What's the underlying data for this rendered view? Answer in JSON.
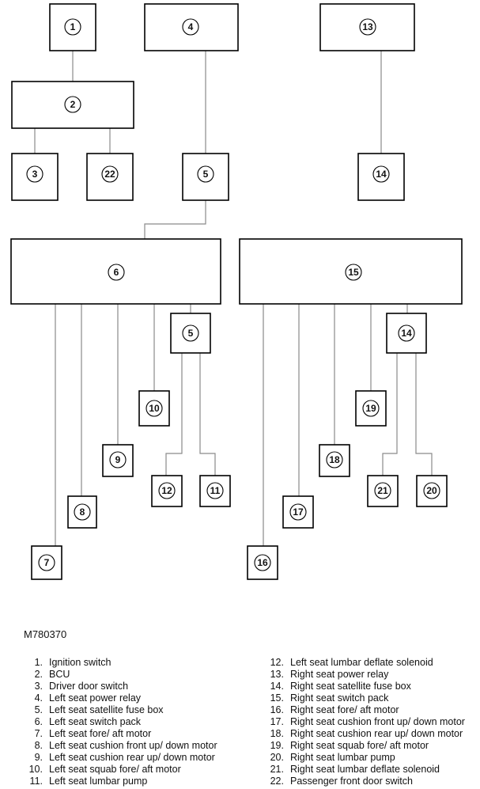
{
  "reference_code": "M780370",
  "components": [
    {
      "id": "1"
    },
    {
      "id": "2"
    },
    {
      "id": "3"
    },
    {
      "id": "22"
    },
    {
      "id": "4"
    },
    {
      "id": "5"
    },
    {
      "id": "13"
    },
    {
      "id": "14"
    },
    {
      "id": "6"
    },
    {
      "id": "15"
    },
    {
      "id": "5"
    },
    {
      "id": "10"
    },
    {
      "id": "9"
    },
    {
      "id": "8"
    },
    {
      "id": "7"
    },
    {
      "id": "12"
    },
    {
      "id": "11"
    },
    {
      "id": "14"
    },
    {
      "id": "19"
    },
    {
      "id": "18"
    },
    {
      "id": "17"
    },
    {
      "id": "16"
    },
    {
      "id": "21"
    },
    {
      "id": "20"
    }
  ],
  "legend_left": [
    {
      "num": "1.",
      "label": "Ignition switch"
    },
    {
      "num": "2.",
      "label": "BCU"
    },
    {
      "num": "3.",
      "label": "Driver door switch"
    },
    {
      "num": "4.",
      "label": "Left seat power relay"
    },
    {
      "num": "5.",
      "label": "Left seat satellite fuse box"
    },
    {
      "num": "6.",
      "label": "Left seat switch pack"
    },
    {
      "num": "7.",
      "label": "Left seat fore/ aft motor"
    },
    {
      "num": "8.",
      "label": "Left seat cushion front up/ down motor"
    },
    {
      "num": "9.",
      "label": "Left seat cushion rear up/ down motor"
    },
    {
      "num": "10.",
      "label": "Left seat squab fore/ aft motor"
    },
    {
      "num": "11.",
      "label": "Left seat lumbar pump"
    }
  ],
  "legend_right": [
    {
      "num": "12.",
      "label": "Left seat lumbar deflate solenoid"
    },
    {
      "num": "13.",
      "label": "Right seat power relay"
    },
    {
      "num": "14.",
      "label": "Right seat satellite fuse box"
    },
    {
      "num": "15.",
      "label": "Right seat switch pack"
    },
    {
      "num": "16.",
      "label": "Right seat fore/ aft motor"
    },
    {
      "num": "17.",
      "label": "Right seat cushion front up/ down motor"
    },
    {
      "num": "18.",
      "label": "Right seat cushion rear up/ down motor"
    },
    {
      "num": "19.",
      "label": "Right seat squab fore/ aft motor"
    },
    {
      "num": "20.",
      "label": "Right seat lumbar pump"
    },
    {
      "num": "21.",
      "label": "Right seat lumbar deflate solenoid"
    },
    {
      "num": "22.",
      "label": "Passenger front door switch"
    }
  ]
}
